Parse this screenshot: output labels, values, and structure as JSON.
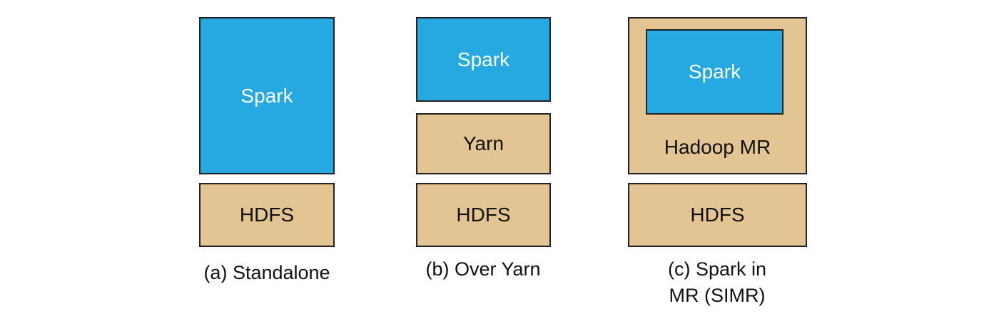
{
  "colors": {
    "spark": "#25A9E0",
    "hadoop": "#E3C594"
  },
  "a": {
    "spark": "Spark",
    "hdfs": "HDFS",
    "caption": "(a) Standalone"
  },
  "b": {
    "spark": "Spark",
    "yarn": "Yarn",
    "hdfs": "HDFS",
    "caption": "(b) Over Yarn"
  },
  "c": {
    "spark": "Spark",
    "hadoop": "Hadoop MR",
    "hdfs": "HDFS",
    "caption_line1": "(c) Spark in",
    "caption_line2": "MR (SIMR)"
  }
}
